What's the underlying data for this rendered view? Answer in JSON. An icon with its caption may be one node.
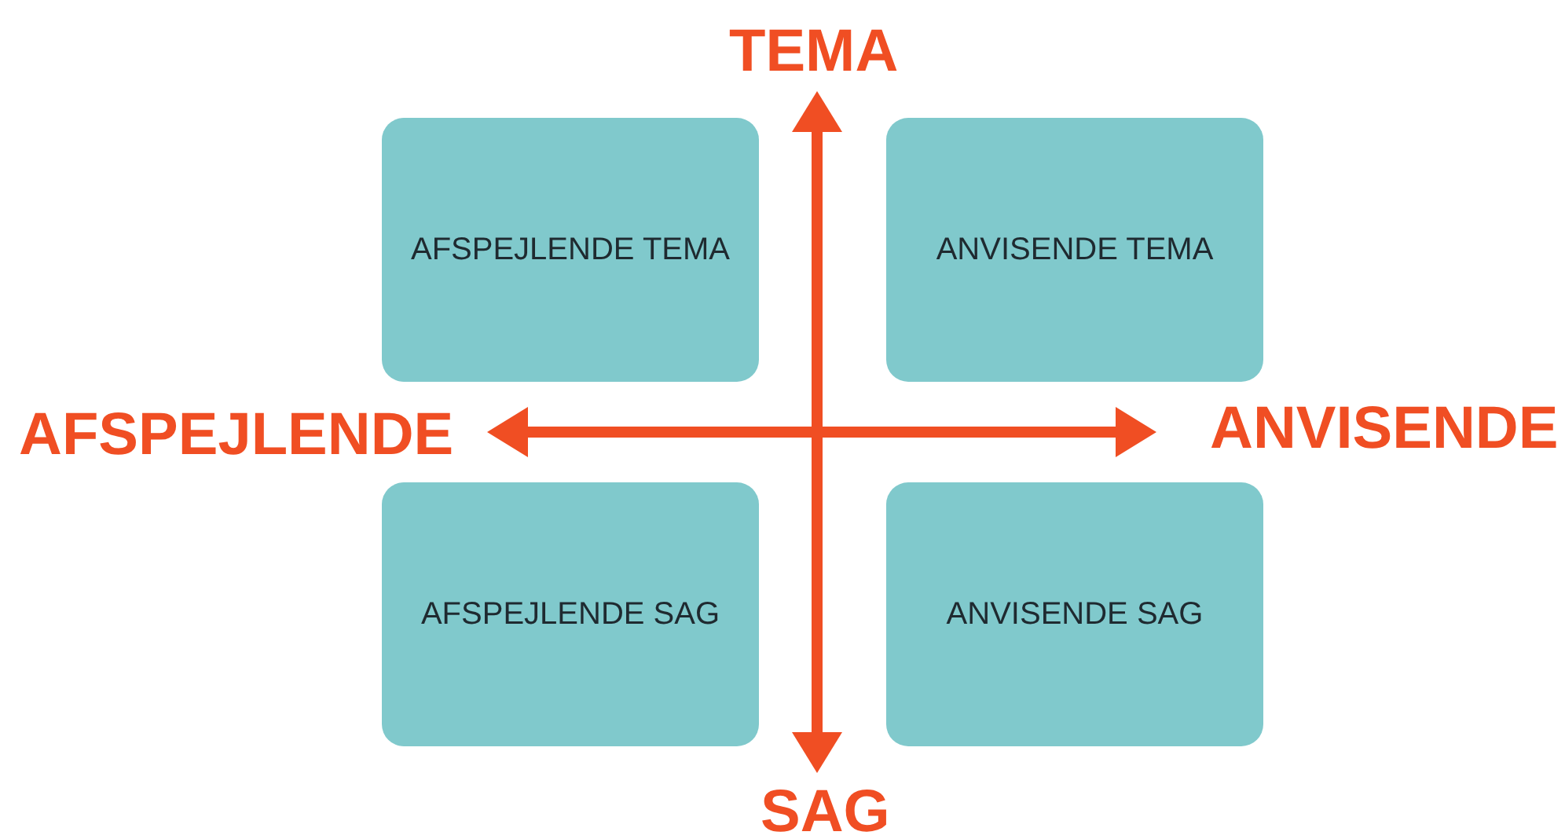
{
  "diagram": {
    "nodes": [
      {
        "text": [
          "AFSPEJLENDE TEMA"
        ]
      },
      {
        "text": [
          "ANVISENDE TEMA"
        ]
      },
      {
        "text": [
          "AFSPEJLENDE SAG"
        ]
      },
      {
        "text": [
          "ANVISENDE SAG"
        ]
      }
    ],
    "labels": [
      "TEMA",
      "AFSPEJLENDE",
      "ANVISENDE",
      "SAG"
    ]
  }
}
